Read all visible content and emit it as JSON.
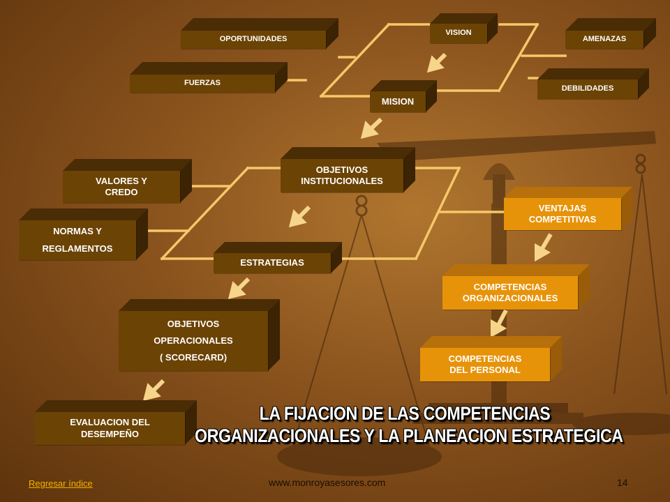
{
  "diagram": {
    "boxes": {
      "oportunidades": "OPORTUNIDADES",
      "fuerzas": "FUERZAS",
      "vision": "VISION",
      "amenazas": "AMENAZAS",
      "debilidades": "DEBILIDADES",
      "mision": "MISION",
      "valores_line1": "VALORES Y",
      "valores_line2": "CREDO",
      "normas_line1": "NORMAS Y",
      "normas_line2": "REGLAMENTOS",
      "objetivos_inst_line1": "OBJETIVOS",
      "objetivos_inst_line2": "INSTITUCIONALES",
      "estrategias": "ESTRATEGIAS",
      "objetivos_op_line1": "OBJETIVOS",
      "objetivos_op_line2": "OPERACIONALES",
      "objetivos_op_line3": "( SCORECARD)",
      "evaluacion_line1": "EVALUACION DEL",
      "evaluacion_line2": "DESEMPEÑO",
      "ventajas_line1": "VENTAJAS",
      "ventajas_line2": "COMPETITIVAS",
      "comp_org_line1": "COMPETENCIAS",
      "comp_org_line2": "ORGANIZACIONALES",
      "comp_per_line1": "COMPETENCIAS",
      "comp_per_line2": "DEL PERSONAL"
    },
    "colors": {
      "box_brown": "#6b4304",
      "box_orange": "#e7930a",
      "connector": "#f6c86a",
      "arrow": "#f6d58a"
    }
  },
  "title": {
    "line1": "LA FIJACION DE LAS COMPETENCIAS",
    "line2": "ORGANIZACIONALES Y LA PLANEACION ESTRATEGICA"
  },
  "footer": {
    "back_link": "Regresar índice",
    "url": "www.monroyasesores.com",
    "page_number": "14"
  }
}
